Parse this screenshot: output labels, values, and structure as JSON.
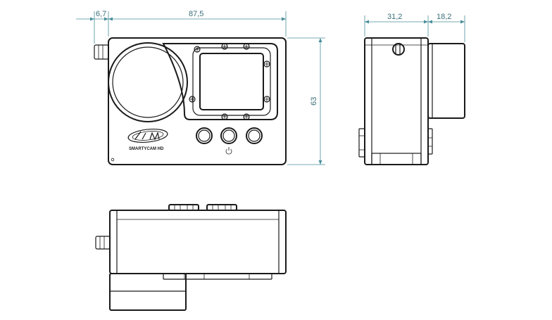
{
  "dimensions": {
    "button_protrusion": "6,7",
    "width": "87,5",
    "height": "63",
    "depth": "31,2",
    "lens_depth": "18,2"
  },
  "labels": {
    "model": "SMARTYCAM HD"
  },
  "colors": {
    "dimension_lines": "#4a8f9a",
    "outline": "#1a1a1a"
  },
  "icons": {
    "brand_logo": "aim-logo",
    "power_button": "power-icon"
  }
}
